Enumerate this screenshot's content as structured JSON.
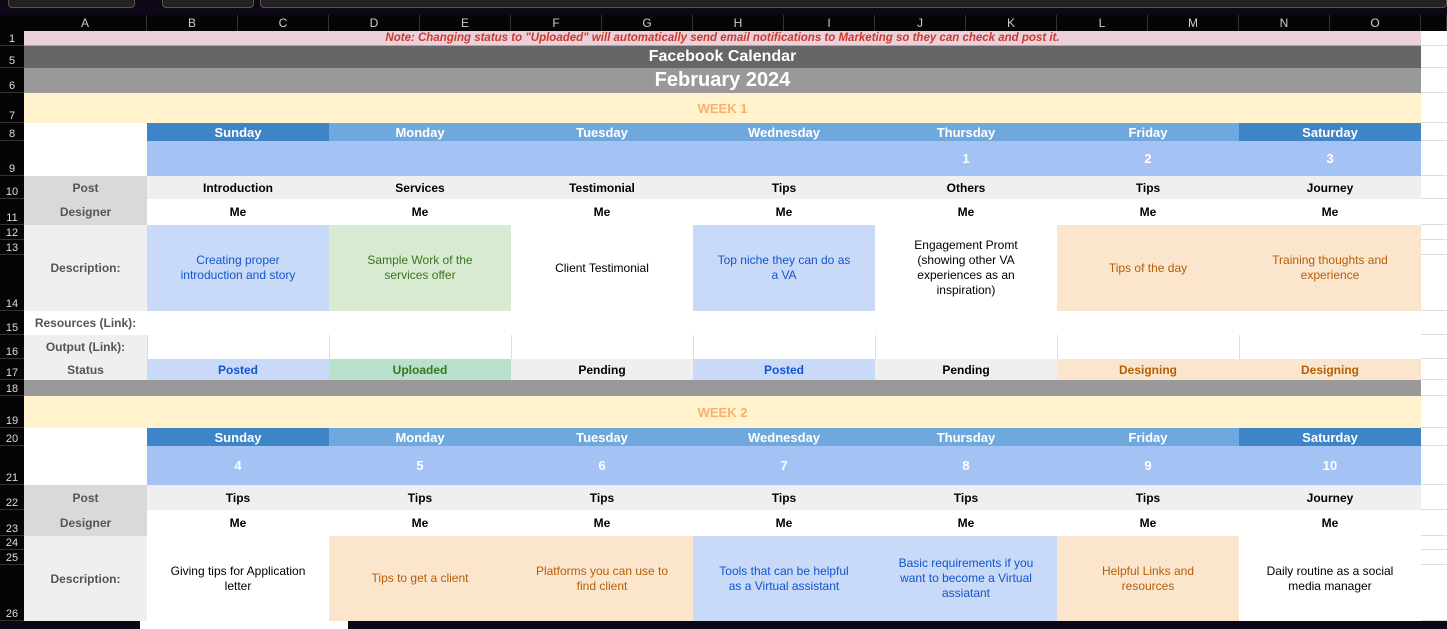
{
  "columns": [
    "A",
    "B",
    "C",
    "D",
    "E",
    "F",
    "G",
    "H",
    "I",
    "J",
    "K",
    "L",
    "M",
    "N",
    "O"
  ],
  "note": "Note: Changing status to \"Uploaded\" will automatically send email notifications to Marketing so they can check and post it.",
  "title": "Facebook Calendar",
  "month": "February 2024",
  "labels": {
    "post": "Post",
    "designer": "Designer",
    "description": "Description:",
    "resources": "Resources (Link):",
    "output": "Output (Link):",
    "status": "Status"
  },
  "colors": {
    "day_dark": "#3d85c6",
    "day_light": "#6fa8dc",
    "date_row": "#a4c2f4",
    "week_bg": "#fff2cc",
    "week_text": "#f6b26b"
  },
  "weeks": [
    {
      "label": "WEEK 1",
      "rows": {
        "header": 20,
        "dates": 21
      },
      "days": [
        {
          "name": "Sunday",
          "date": "",
          "post": "Introduction",
          "designer": "Me",
          "description": "Creating proper introduction and story",
          "desc_style": "blue",
          "status": "Posted",
          "status_style": "blue"
        },
        {
          "name": "Monday",
          "date": "",
          "post": "Services",
          "designer": "Me",
          "description": "Sample Work of the services offer",
          "desc_style": "green",
          "status": "Uploaded",
          "status_style": "upl"
        },
        {
          "name": "Tuesday",
          "date": "",
          "post": "Testimonial",
          "designer": "Me",
          "description": "Client Testimonial",
          "desc_style": "white",
          "status": "Pending",
          "status_style": "grey"
        },
        {
          "name": "Wednesday",
          "date": "",
          "post": "Tips",
          "designer": "Me",
          "description": "Top niche they can do as a VA",
          "desc_style": "blue",
          "status": "Posted",
          "status_style": "blue"
        },
        {
          "name": "Thursday",
          "date": "1",
          "post": "Others",
          "designer": "Me",
          "description": "Engagement Promt (showing other VA experiences as an inspiration)",
          "desc_style": "white",
          "status": "Pending",
          "status_style": "grey"
        },
        {
          "name": "Friday",
          "date": "2",
          "post": "Tips",
          "designer": "Me",
          "description": "Tips of the day",
          "desc_style": "orange",
          "status": "Designing",
          "status_style": "orange"
        },
        {
          "name": "Saturday",
          "date": "3",
          "post": "Journey",
          "designer": "Me",
          "description": "Training thoughts and experience",
          "desc_style": "orange",
          "status": "Designing",
          "status_style": "orange"
        }
      ]
    },
    {
      "label": "WEEK 2",
      "days": [
        {
          "name": "Sunday",
          "date": "4",
          "post": "Tips",
          "designer": "Me",
          "description": "Giving tips for Application letter",
          "desc_style": "white"
        },
        {
          "name": "Monday",
          "date": "5",
          "post": "Tips",
          "designer": "Me",
          "description": "Tips to get a client",
          "desc_style": "orange"
        },
        {
          "name": "Tuesday",
          "date": "6",
          "post": "Tips",
          "designer": "Me",
          "description": "Platforms you can use to find client",
          "desc_style": "orange"
        },
        {
          "name": "Wednesday",
          "date": "7",
          "post": "Tips",
          "designer": "Me",
          "description": "Tools that can be helpful as a Virtual assistant",
          "desc_style": "blue"
        },
        {
          "name": "Thursday",
          "date": "8",
          "post": "Tips",
          "designer": "Me",
          "description": "Basic requirements if you want to become a Virtual assiatant",
          "desc_style": "blue"
        },
        {
          "name": "Friday",
          "date": "9",
          "post": "Tips",
          "designer": "Me",
          "description": "Helpful Links and resources",
          "desc_style": "orange"
        },
        {
          "name": "Saturday",
          "date": "10",
          "post": "Journey",
          "designer": "Me",
          "description": "Daily routine as a social media manager",
          "desc_style": "white"
        }
      ]
    }
  ]
}
